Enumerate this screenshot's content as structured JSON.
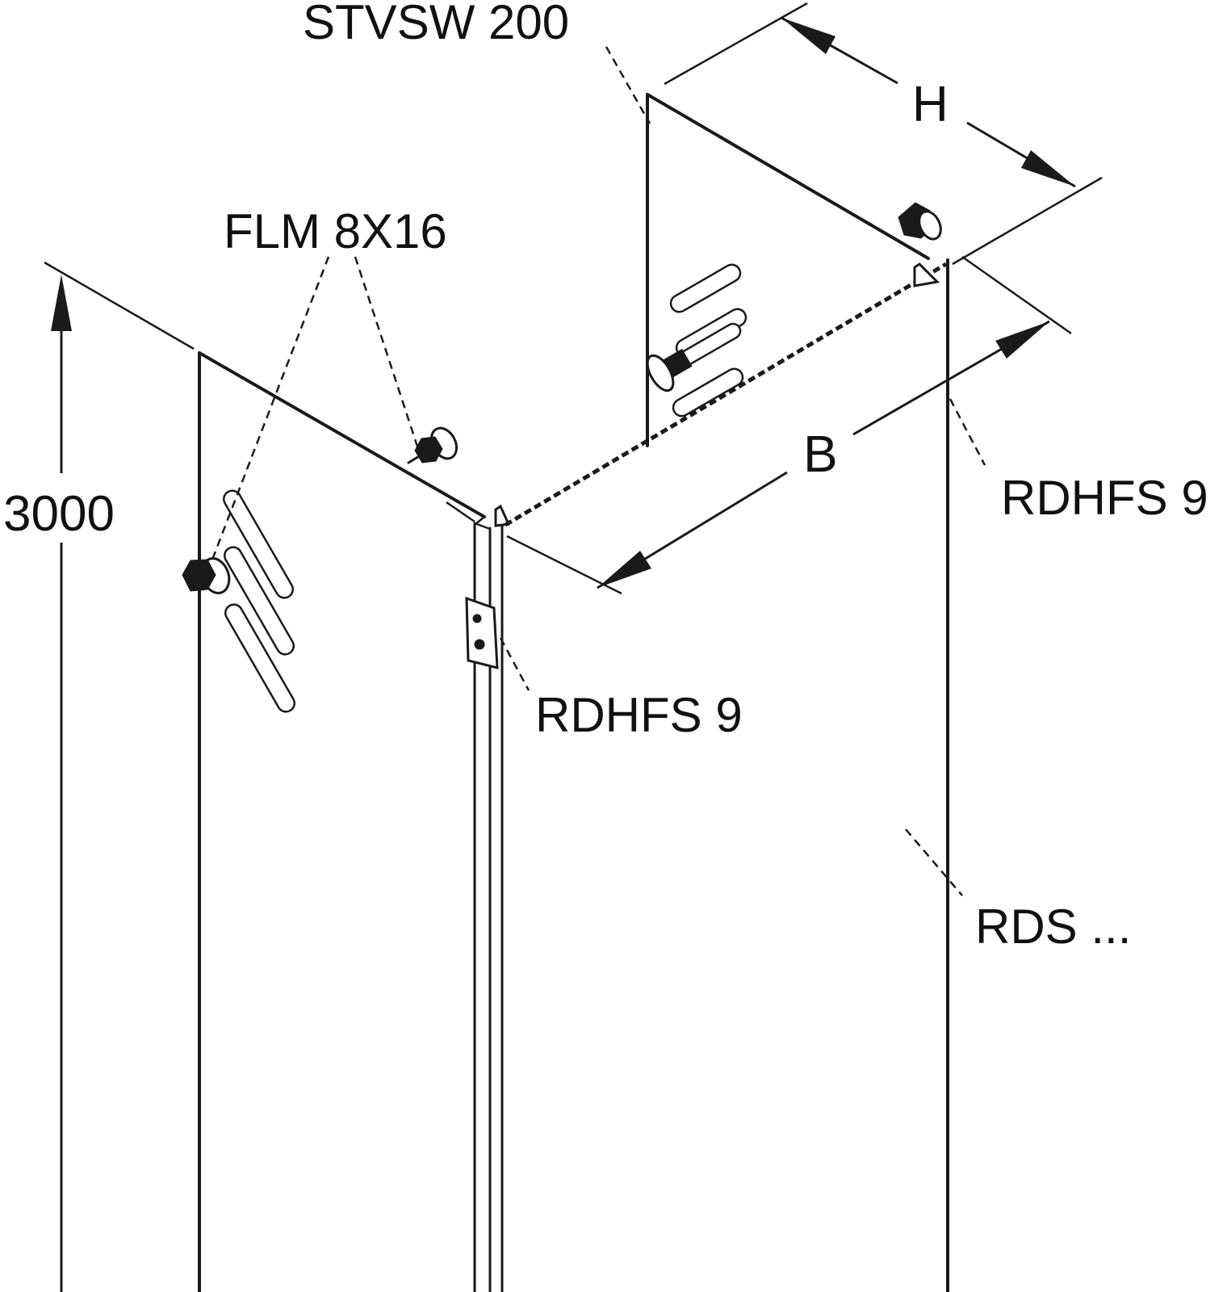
{
  "diagram": {
    "kind": "isometric technical line drawing",
    "colors": {
      "background": "#ffffff",
      "line": "#1a1a1a",
      "text": "#111111"
    },
    "labels": {
      "separation_wall": "STVSW 200",
      "fastener": "FLM 8X16",
      "length_dimension": "3000",
      "height_dimension": "H",
      "width_dimension": "B",
      "connector_top_right": "RDHFS 9",
      "connector_middle": "RDHFS 9",
      "duct_series": "RDS ..."
    }
  }
}
